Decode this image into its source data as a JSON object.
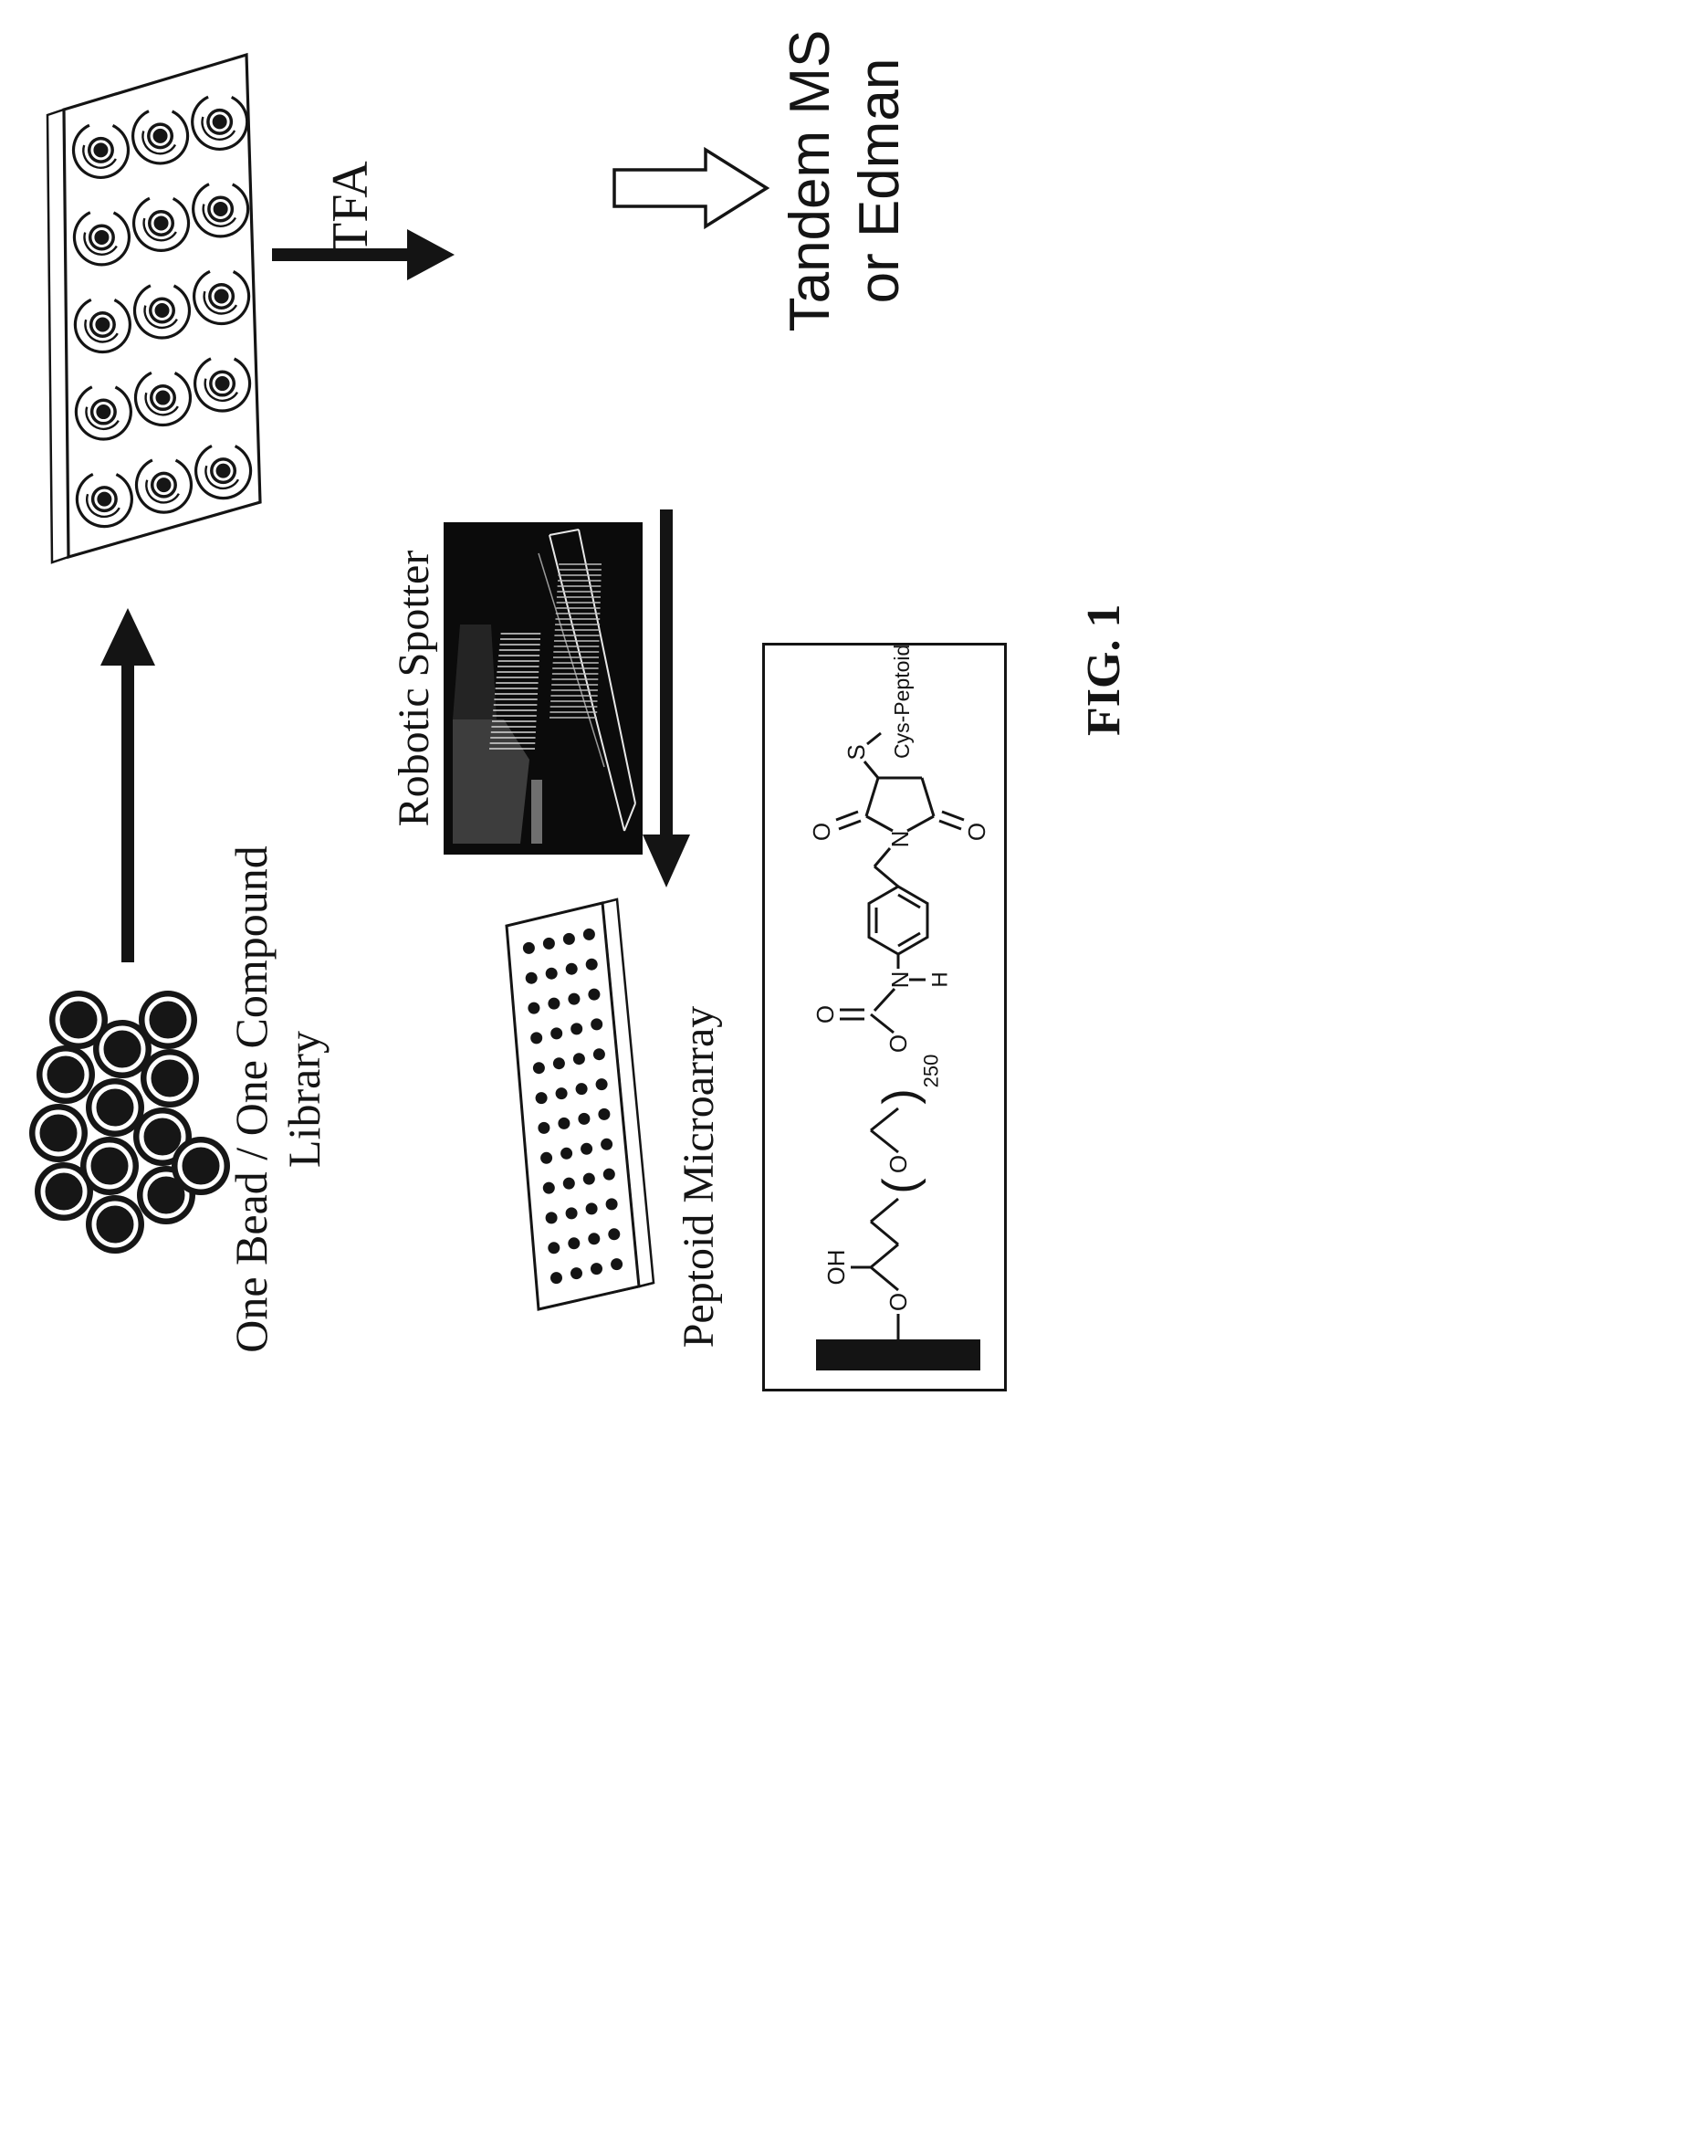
{
  "figure": {
    "title": "FIG. 1",
    "labels": {
      "library_line1": "One Bead / One Compound",
      "library_line2": "Library",
      "tfa": "TFA",
      "tandem_line1": "Tandem MS",
      "tandem_line2": "or Edman",
      "robotic_spotter": "Robotic Spotter",
      "peptoid_microarray": "Peptoid Microarray"
    },
    "structure": {
      "o": "O",
      "oh": "OH",
      "n": "N",
      "h": "H",
      "s": "S",
      "paren_open": "(",
      "paren_close": ")",
      "repeat_count": "250",
      "cys_peptoid": "Cys-Peptoid"
    },
    "plate": {
      "rows": 3,
      "cols": 5
    },
    "microarray": {
      "dot_rows": 4,
      "dot_cols": 12
    },
    "beads": {
      "count": 13
    },
    "colors": {
      "ink": "#141414",
      "paper": "#ffffff"
    }
  }
}
